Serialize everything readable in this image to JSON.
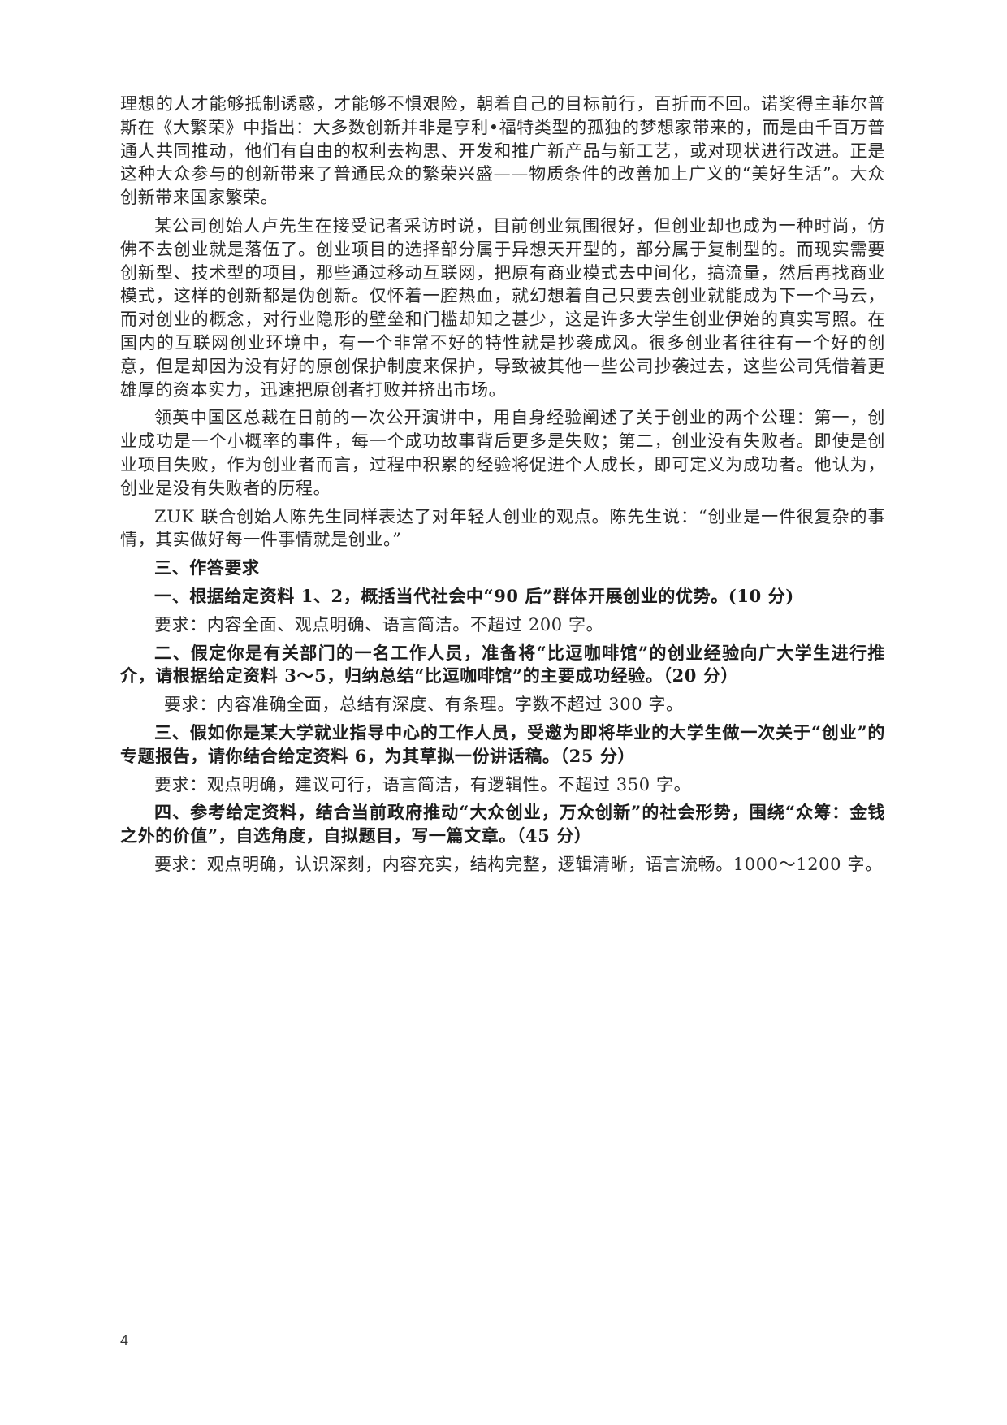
{
  "document": {
    "paragraphs": [
      "理想的人才能够抵制诱惑，才能够不惧艰险，朝着自己的目标前行，百折而不回。诺奖得主菲尔普斯在《大繁荣》中指出：大多数创新并非是亨利•福特类型的孤独的梦想家带来的，而是由千百万普通人共同推动，他们有自由的权利去构思、开发和推广新产品与新工艺，或对现状进行改进。正是这种大众参与的创新带来了普通民众的繁荣兴盛——物质条件的改善加上广义的“美好生活”。大众创新带来国家繁荣。",
      "某公司创始人卢先生在接受记者采访时说，目前创业氛围很好，但创业却也成为一种时尚，仿佛不去创业就是落伍了。创业项目的选择部分属于异想天开型的，部分属于复制型的。而现实需要创新型、技术型的项目，那些通过移动互联网，把原有商业模式去中间化，搞流量，然后再找商业模式，这样的创新都是伪创新。仅怀着一腔热血，就幻想着自己只要去创业就能成为下一个马云，而对创业的概念，对行业隐形的壁垒和门槛却知之甚少，这是许多大学生创业伊始的真实写照。在国内的互联网创业环境中，有一个非常不好的特性就是抄袭成风。很多创业者往往有一个好的创意，但是却因为没有好的原创保护制度来保护，导致被其他一些公司抄袭过去，这些公司凭借着更雄厚的资本实力，迅速把原创者打败并挤出市场。",
      "领英中国区总裁在日前的一次公开演讲中，用自身经验阐述了关于创业的两个公理：第一，创业成功是一个小概率的事件，每一个成功故事背后更多是失败；第二，创业没有失败者。即使是创业项目失败，作为创业者而言，过程中积累的经验将促进个人成长，即可定义为成功者。他认为，创业是没有失败者的历程。",
      "ZUK 联合创始人陈先生同样表达了对年轻人创业的观点。陈先生说：“创业是一件很复杂的事情，其实做好每一件事情就是创业。”"
    ],
    "section_heading": "三、作答要求",
    "questions": [
      {
        "prompt": "一、根据给定资料 1、2，概括当代社会中“90 后”群体开展创业的优势。(10 分)",
        "requirement": "要求：内容全面、观点明确、语言简洁。不超过 200 字。"
      },
      {
        "prompt": "二、假定你是有关部门的一名工作人员，准备将“比逗咖啡馆”的创业经验向广大学生进行推介，请根据给定资料 3～5，归纳总结“比逗咖啡馆”的主要成功经验。（20 分）",
        "requirement": "要求：内容准确全面，总结有深度、有条理。字数不超过 300 字。"
      },
      {
        "prompt": "三、假如你是某大学就业指导中心的工作人员，受邀为即将毕业的大学生做一次关于“创业”的专题报告，请你结合给定资料 6，为其草拟一份讲话稿。（25 分）",
        "requirement": "要求：观点明确，建议可行，语言简洁，有逻辑性。不超过 350 字。"
      },
      {
        "prompt": "四、参考给定资料，结合当前政府推动“大众创业，万众创新”的社会形势，围绕“众筹：金钱之外的价值”，自选角度，自拟题目，写一篇文章。（45 分）",
        "requirement": "要求：观点明确，认识深刻，内容充实，结构完整，逻辑清晰，语言流畅。1000～1200 字。"
      }
    ],
    "page_number": "4"
  }
}
